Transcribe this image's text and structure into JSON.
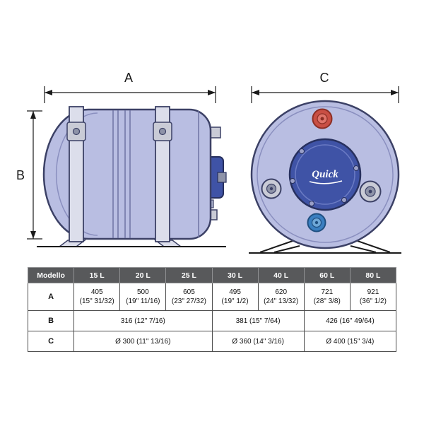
{
  "diagram": {
    "dim_a_label": "A",
    "dim_b_label": "B",
    "dim_c_label": "C",
    "logo_text": "Quick"
  },
  "colors": {
    "tank_body": "#b9bee2",
    "tank_outline": "#3c4166",
    "strap": "#dcdeeb",
    "hub_blue": "#3f53a6",
    "flange_blue": "#3f53a6",
    "fitting_red": "#c94f44",
    "fitting_blue": "#3a7fc1",
    "fitting_gray": "#c9cbd6",
    "table_header_bg": "#58595b"
  },
  "table": {
    "header": [
      "Modello",
      "15 L",
      "20 L",
      "25 L",
      "30 L",
      "40 L",
      "60 L",
      "80 L"
    ],
    "rows": {
      "a": {
        "label": "A",
        "values": [
          "405\n(15\" 31/32)",
          "500\n(19\" 11/16)",
          "605\n(23\" 27/32)",
          "495\n(19\" 1/2)",
          "620\n(24\" 13/32)",
          "721\n(28\" 3/8)",
          "921\n(36\" 1/2)"
        ]
      },
      "b": {
        "label": "B",
        "values": [
          "316 (12\" 7/16)",
          "381 (15\" 7/64)",
          "426 (16\" 49/64)"
        ]
      },
      "c": {
        "label": "C",
        "values": [
          "Ø 300 (11\" 13/16)",
          "Ø 360 (14\" 3/16)",
          "Ø 400 (15\" 3/4)"
        ]
      }
    }
  }
}
